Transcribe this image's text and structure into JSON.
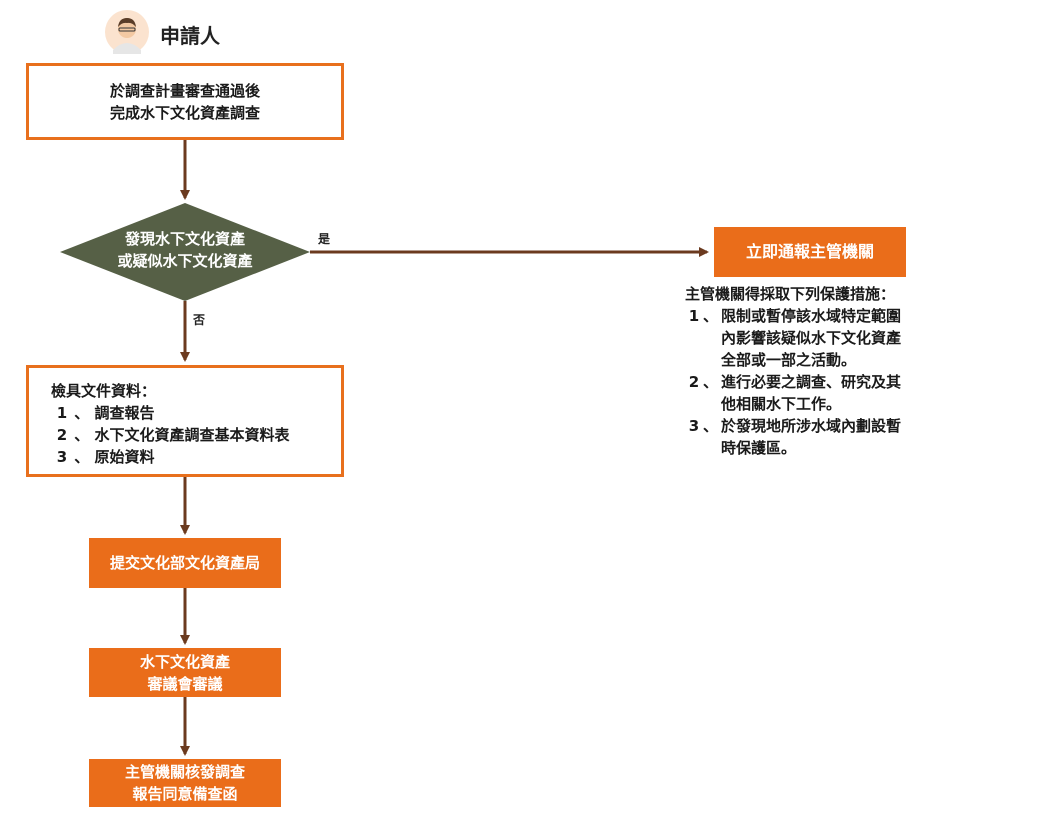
{
  "applicant": {
    "label": "申請人"
  },
  "step1": {
    "lines": [
      "於調查計畫審查通過後",
      "完成水下文化資產調查"
    ]
  },
  "decision": {
    "lines": [
      "發現水下文化資產",
      "或疑似水下文化資產"
    ],
    "yes_label": "是",
    "no_label": "否"
  },
  "docs": {
    "title": "檢具文件資料：",
    "items": [
      {
        "num": "1",
        "sep": "、",
        "text": "調查報告"
      },
      {
        "num": "2",
        "sep": "、",
        "text": "水下文化資產調查基本資料表"
      },
      {
        "num": "3",
        "sep": "、",
        "text": "原始資料"
      }
    ]
  },
  "submit": {
    "label": "提交文化部文化資產局"
  },
  "review": {
    "lines": [
      "水下文化資產",
      "審議會審議"
    ]
  },
  "approve": {
    "lines": [
      "主管機關核發調查",
      "報告同意備查函"
    ]
  },
  "notify": {
    "label": "立即通報主管機關"
  },
  "measures": {
    "title": "主管機關得採取下列保護措施：",
    "items": [
      {
        "num": "1",
        "sep": "、",
        "lines": [
          "限制或暫停該水域特定範圍",
          "內影響該疑似水下文化資產",
          "全部或一部之活動。"
        ]
      },
      {
        "num": "2",
        "sep": "、",
        "lines": [
          "進行必要之調查、研究及其",
          "他相關水下工作。"
        ]
      },
      {
        "num": "3",
        "sep": "、",
        "lines": [
          "於發現地所涉水域內劃設暫",
          "時保護區。"
        ]
      }
    ]
  },
  "colors": {
    "accent": "#ea6d1a",
    "diamond": "#566046",
    "arrow": "#6b3a1f"
  },
  "icons": {
    "avatar": "person-avatar-icon"
  }
}
